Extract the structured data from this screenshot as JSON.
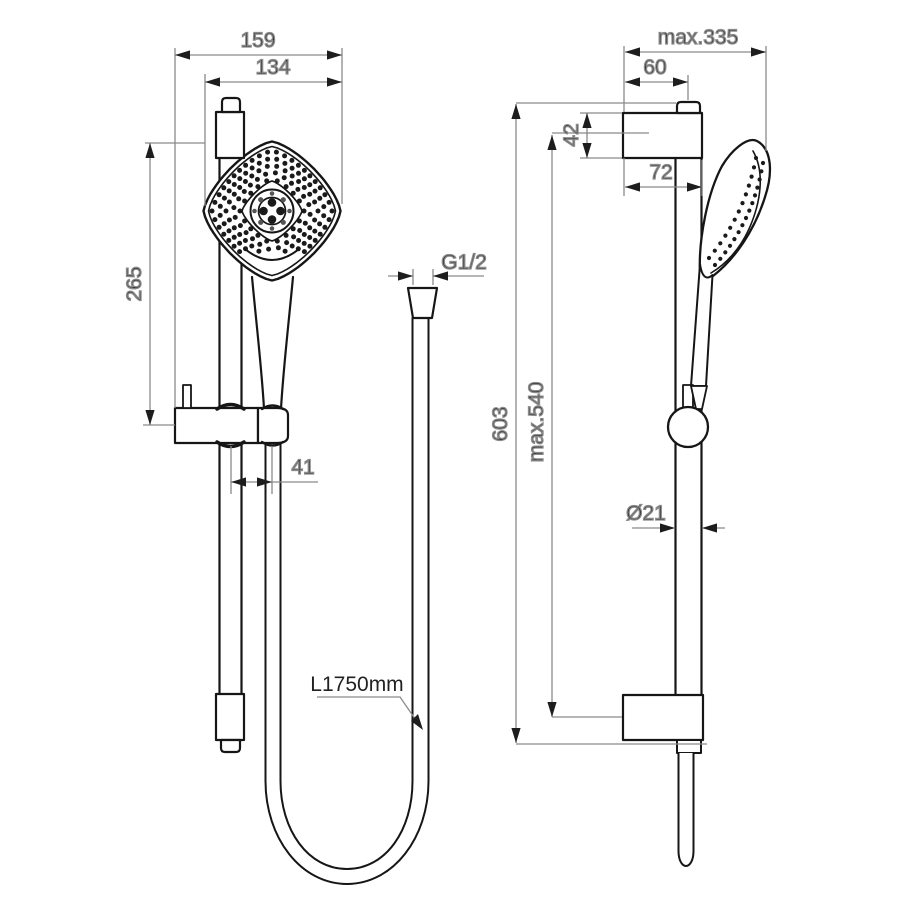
{
  "drawing": {
    "front_view": {
      "dim_width_overall": "159",
      "dim_width_head": "134",
      "dim_height_handset": "265",
      "dim_offset_rail_hose": "41",
      "dim_thread": "G1/2",
      "hose_length": "L1750mm"
    },
    "side_view": {
      "dim_max_reach": "max.335",
      "dim_wall_to_rail": "60",
      "dim_bracket_height": "42",
      "dim_bracket_depth": "72",
      "dim_rail_length": "603",
      "dim_bracket_spacing": "max.540",
      "dim_rail_diameter": "Ø21"
    },
    "colors": {
      "outline": "#161616",
      "dim_line": "#8a8a8a",
      "arrow": "#1d1d1d",
      "text": "#222222",
      "background": "#ffffff"
    }
  }
}
